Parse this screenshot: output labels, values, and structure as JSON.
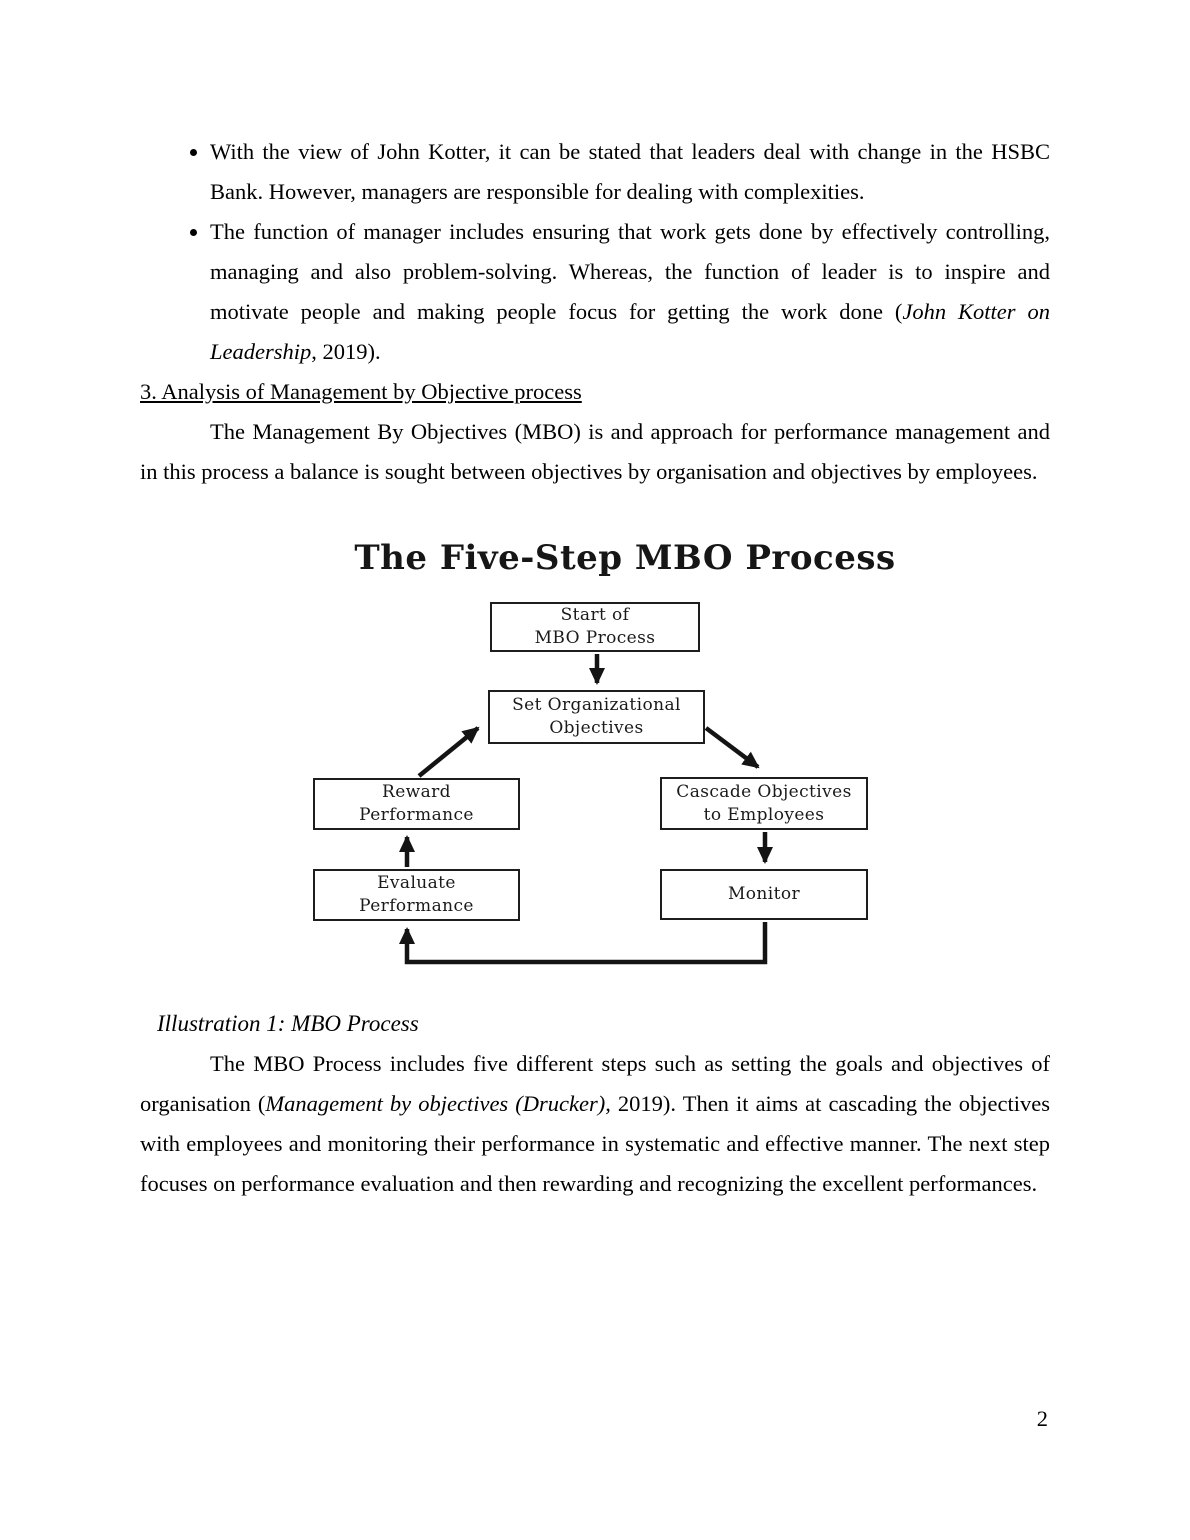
{
  "page": {
    "number": "2"
  },
  "bullets": {
    "b1": {
      "text": "With the view of John Kotter, it can be stated that leaders deal with change in the HSBC Bank. However, managers are responsible for dealing with complexities."
    },
    "b2": {
      "seg1": "The function of manager includes ensuring that work gets done by effectively controlling, managing and also problem-solving. Whereas, the function of leader is to inspire and motivate people and making people focus for getting the work done (",
      "seg2_italic": "John Kotter on Leadership",
      "seg3": ", 2019)."
    }
  },
  "section": {
    "heading": "3. Analysis of Management by Objective process",
    "para1": "The Management By Objectives (MBO) is and approach for performance management and in this process a balance is sought between objectives by organisation and objectives by employees."
  },
  "diagram": {
    "title": "The Five-Step MBO Process",
    "boxes": {
      "start": "Start of\nMBO Process",
      "set_objectives": "Set Organizational\nObjectives",
      "reward": "Reward\nPerformance",
      "cascade": "Cascade Objectives\nto Employees",
      "evaluate": "Evaluate\nPerformance",
      "monitor": "Monitor"
    },
    "caption": "Illustration 1: MBO Process"
  },
  "body": {
    "para2_seg1": "The MBO Process includes five different steps such as setting the goals and objectives of organisation (",
    "para2_seg2_italic": "Management by objectives (Drucker),",
    "para2_seg3": " 2019). Then it aims at cascading the objectives with employees and monitoring their performance in systematic and effective manner. The next step focuses on performance evaluation and then rewarding and recognizing the excellent performances."
  }
}
